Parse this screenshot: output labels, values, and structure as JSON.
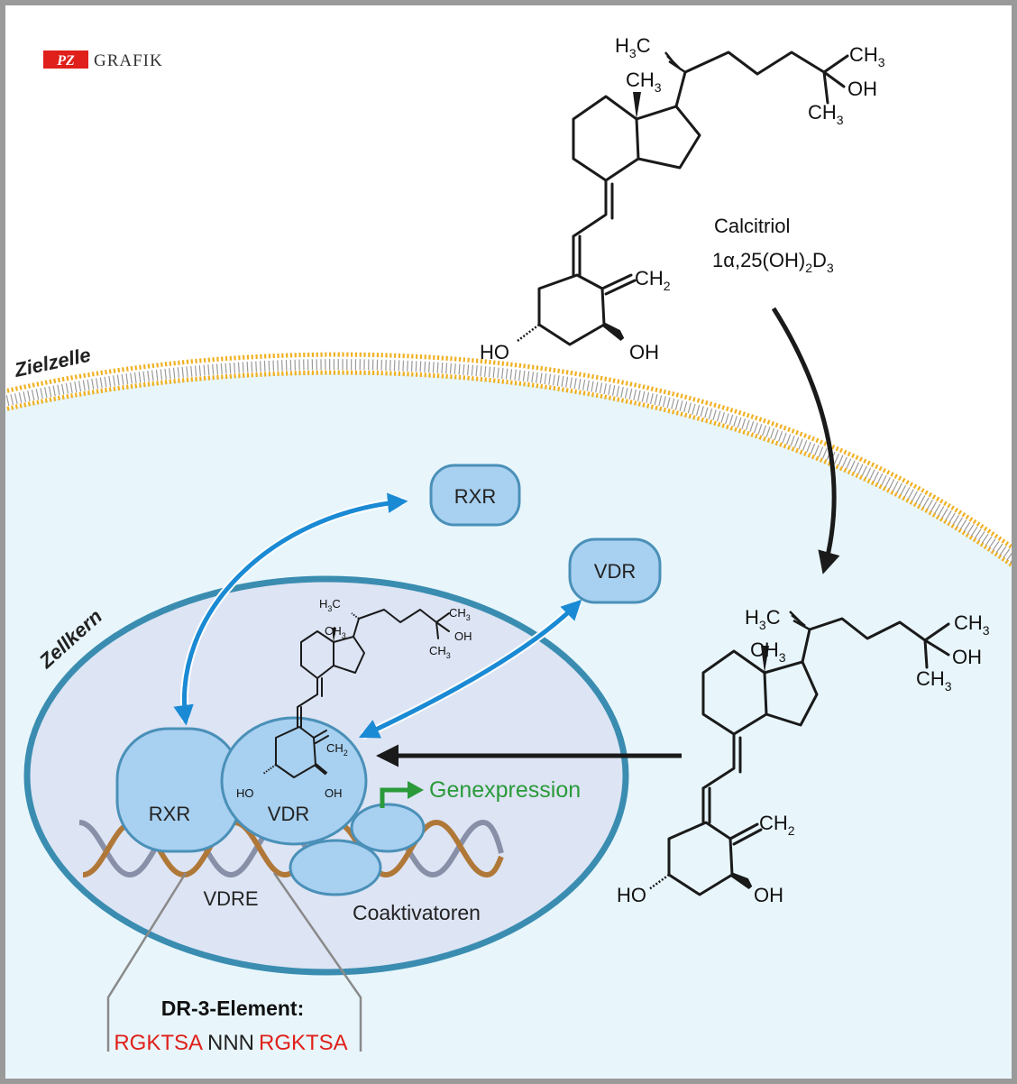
{
  "brand": {
    "badge": "PZ",
    "text": "GRAFIK"
  },
  "calcitriol": {
    "name": "Calcitriol",
    "formula_main": "1α,25(OH)",
    "formula_sub1": "2",
    "formula_mid": "D",
    "formula_sub2": "3"
  },
  "labels": {
    "target_cell": "Zielzelle",
    "nucleus": "Zellkern",
    "rxr": "RXR",
    "vdr": "VDR",
    "vdre": "VDRE",
    "coactivators": "Coaktivatoren",
    "gene_expression": "Genexpression",
    "dr3_title": "DR-3-Element:",
    "seq_part1": "RGKTSA",
    "seq_part2": "NNN",
    "seq_part3": "RGKTSA"
  },
  "chem": {
    "h3c": "H",
    "c": "C",
    "ch": "CH",
    "three": "3",
    "two": "2",
    "oh": "OH",
    "ho": "HO"
  },
  "colors": {
    "frame": "#9a9a9a",
    "cytoplasm": "#e8f6fc",
    "nucleus_fill": "#dde4f4",
    "nucleus_border": "#3a8db0",
    "protein_fill": "#a8d0f0",
    "protein_border": "#4a90b8",
    "blue_arrow": "#1a8ad4",
    "green": "#2a9a3a",
    "red": "#e0201a",
    "membrane_head": "#f0b020",
    "dna_gray": "#8890a8",
    "dna_brown": "#b07838"
  }
}
